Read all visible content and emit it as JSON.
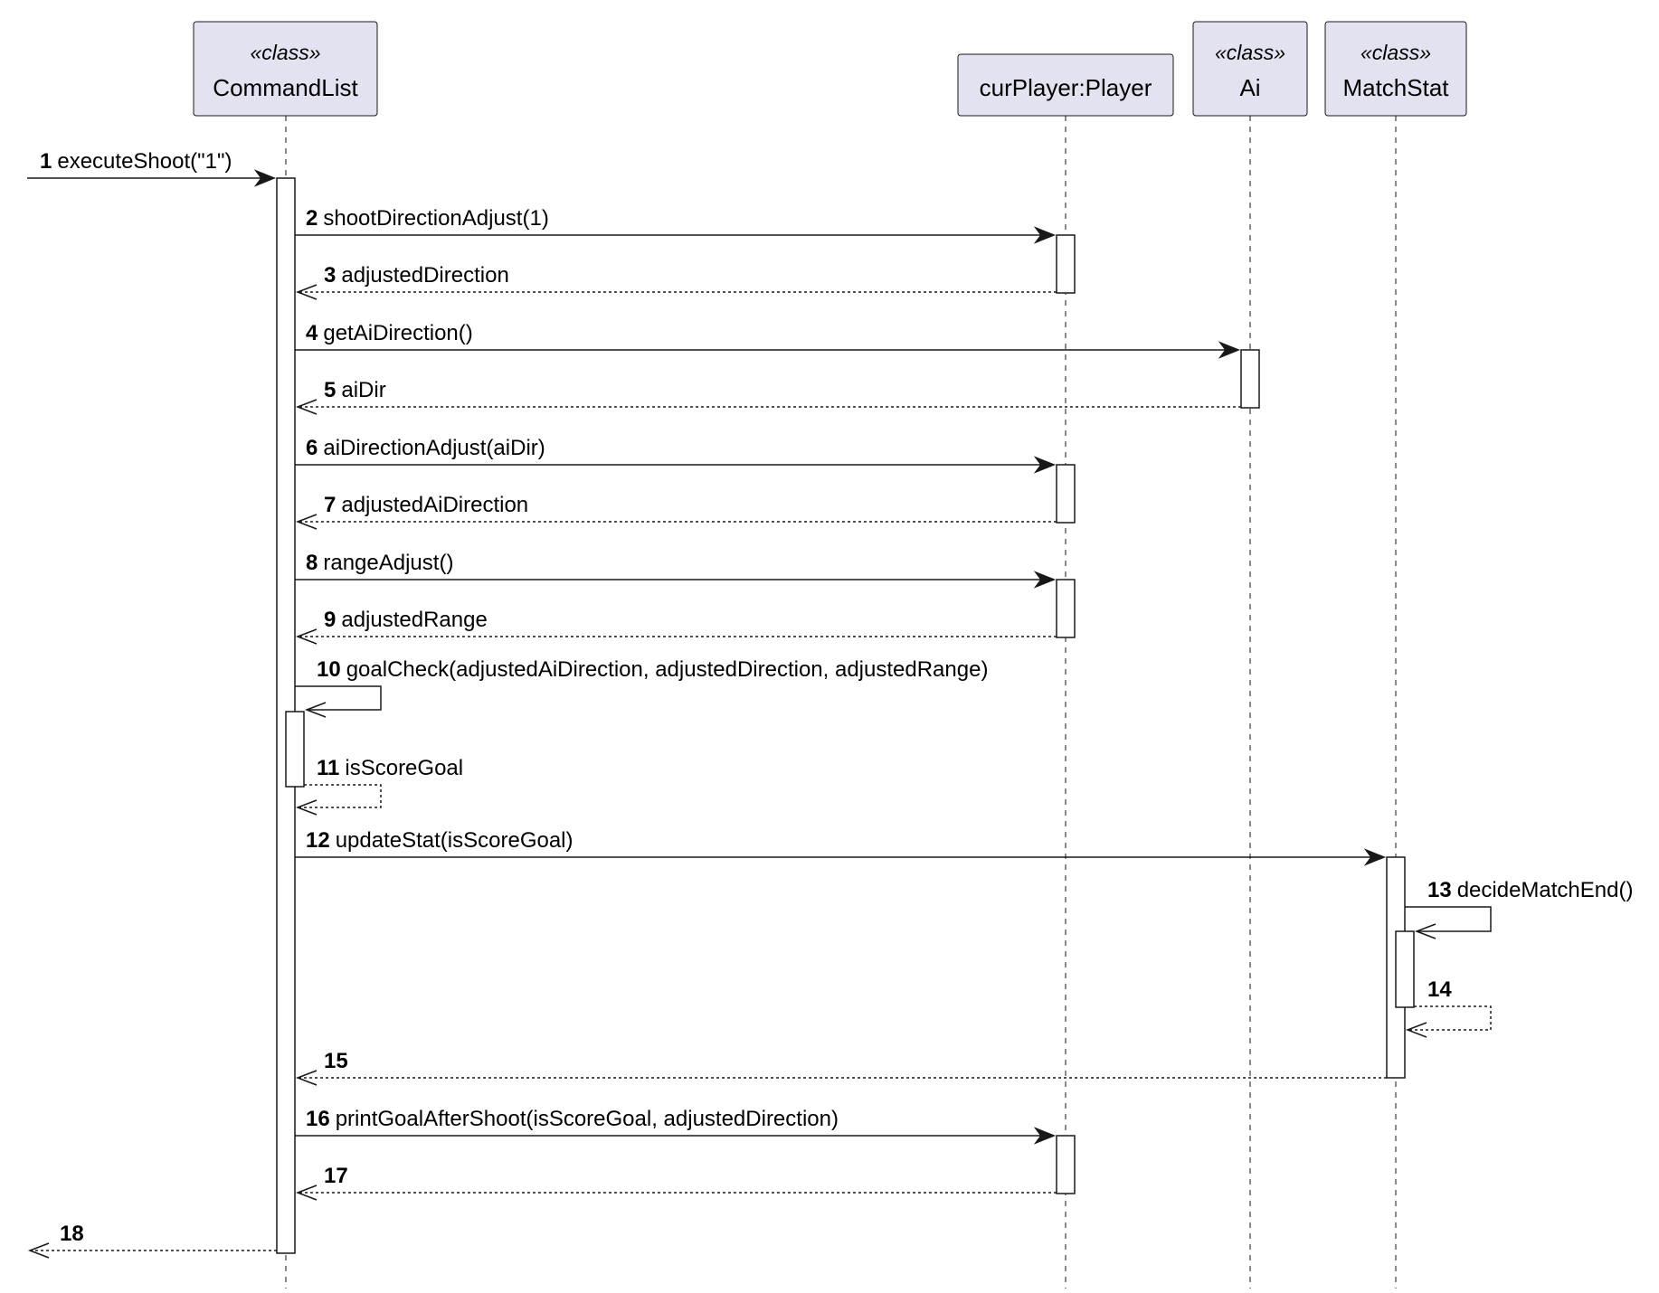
{
  "participants": [
    {
      "id": "commandlist",
      "stereotype": "«class»",
      "name": "CommandList"
    },
    {
      "id": "player",
      "stereotype": "",
      "name": "curPlayer:Player"
    },
    {
      "id": "ai",
      "stereotype": "«class»",
      "name": "Ai"
    },
    {
      "id": "matchstat",
      "stereotype": "«class»",
      "name": "MatchStat"
    }
  ],
  "messages": [
    {
      "num": "1",
      "label": "executeShoot(\"1\")",
      "from": "external",
      "to": "commandlist",
      "kind": "call"
    },
    {
      "num": "2",
      "label": "shootDirectionAdjust(1)",
      "from": "commandlist",
      "to": "player",
      "kind": "call"
    },
    {
      "num": "3",
      "label": "adjustedDirection",
      "from": "player",
      "to": "commandlist",
      "kind": "return"
    },
    {
      "num": "4",
      "label": "getAiDirection()",
      "from": "commandlist",
      "to": "ai",
      "kind": "call"
    },
    {
      "num": "5",
      "label": "aiDir",
      "from": "ai",
      "to": "commandlist",
      "kind": "return"
    },
    {
      "num": "6",
      "label": "aiDirectionAdjust(aiDir)",
      "from": "commandlist",
      "to": "player",
      "kind": "call"
    },
    {
      "num": "7",
      "label": "adjustedAiDirection",
      "from": "player",
      "to": "commandlist",
      "kind": "return"
    },
    {
      "num": "8",
      "label": "rangeAdjust()",
      "from": "commandlist",
      "to": "player",
      "kind": "call"
    },
    {
      "num": "9",
      "label": "adjustedRange",
      "from": "player",
      "to": "commandlist",
      "kind": "return"
    },
    {
      "num": "10",
      "label": "goalCheck(adjustedAiDirection, adjustedDirection, adjustedRange)",
      "from": "commandlist",
      "to": "commandlist",
      "kind": "self-call"
    },
    {
      "num": "11",
      "label": "isScoreGoal",
      "from": "commandlist",
      "to": "commandlist",
      "kind": "self-return"
    },
    {
      "num": "12",
      "label": "updateStat(isScoreGoal)",
      "from": "commandlist",
      "to": "matchstat",
      "kind": "call"
    },
    {
      "num": "13",
      "label": "decideMatchEnd()",
      "from": "matchstat",
      "to": "matchstat",
      "kind": "self-call"
    },
    {
      "num": "14",
      "label": "",
      "from": "matchstat",
      "to": "matchstat",
      "kind": "self-return"
    },
    {
      "num": "15",
      "label": "",
      "from": "matchstat",
      "to": "commandlist",
      "kind": "return"
    },
    {
      "num": "16",
      "label": "printGoalAfterShoot(isScoreGoal, adjustedDirection)",
      "from": "commandlist",
      "to": "player",
      "kind": "call"
    },
    {
      "num": "17",
      "label": "",
      "from": "player",
      "to": "commandlist",
      "kind": "return"
    },
    {
      "num": "18",
      "label": "",
      "from": "commandlist",
      "to": "external",
      "kind": "return"
    }
  ]
}
